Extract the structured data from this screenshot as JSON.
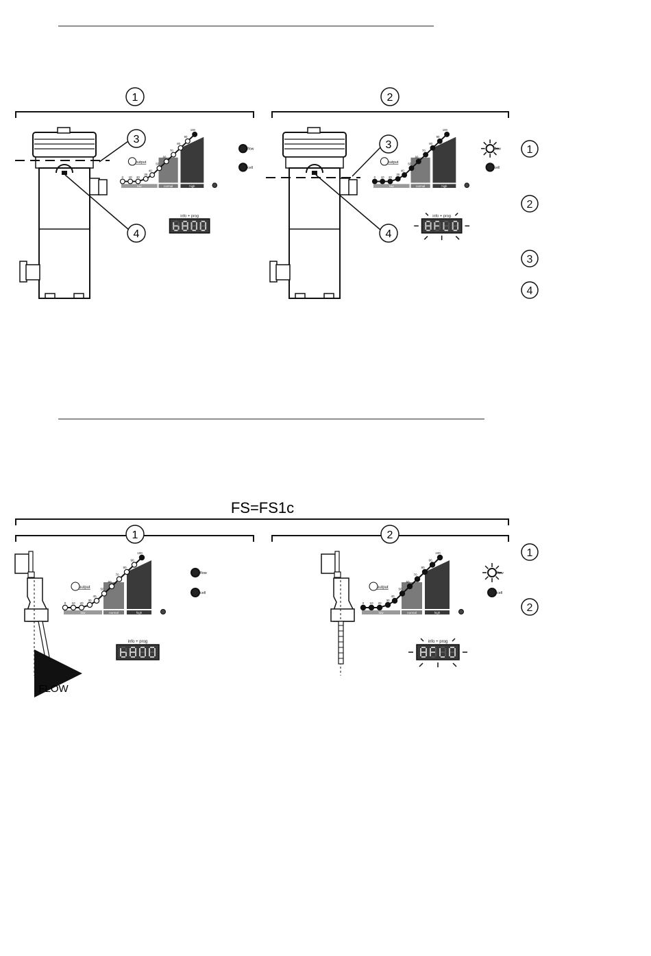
{
  "top": {
    "panel_1_label": "1",
    "panel_2_label": "2",
    "callout_3": "3",
    "callout_4": "4"
  },
  "bottom": {
    "title": "FS=FS1c",
    "panel_1_label": "1",
    "panel_2_label": "2",
    "flow_caption": "FLOW"
  },
  "side_legend": [
    "1",
    "2",
    "3",
    "4"
  ],
  "panel": {
    "output_label": "output",
    "scale_ticks": [
      "0",
      "10",
      "20",
      "30",
      "40",
      "50",
      "60",
      "70",
      "80",
      "90",
      "100"
    ],
    "band_low": "low",
    "band_normal": "normal",
    "band_high": "high",
    "flow_label": "flow",
    "cell_label": "cell",
    "info_label": "info + prog"
  },
  "colors": {
    "line": "#222222",
    "band_low": "#9a9a9a",
    "band_normal": "#7a7a7a",
    "band_high": "#3a3a3a",
    "display_bg": "#3a3a3a",
    "segment": "#c8c8c8"
  }
}
